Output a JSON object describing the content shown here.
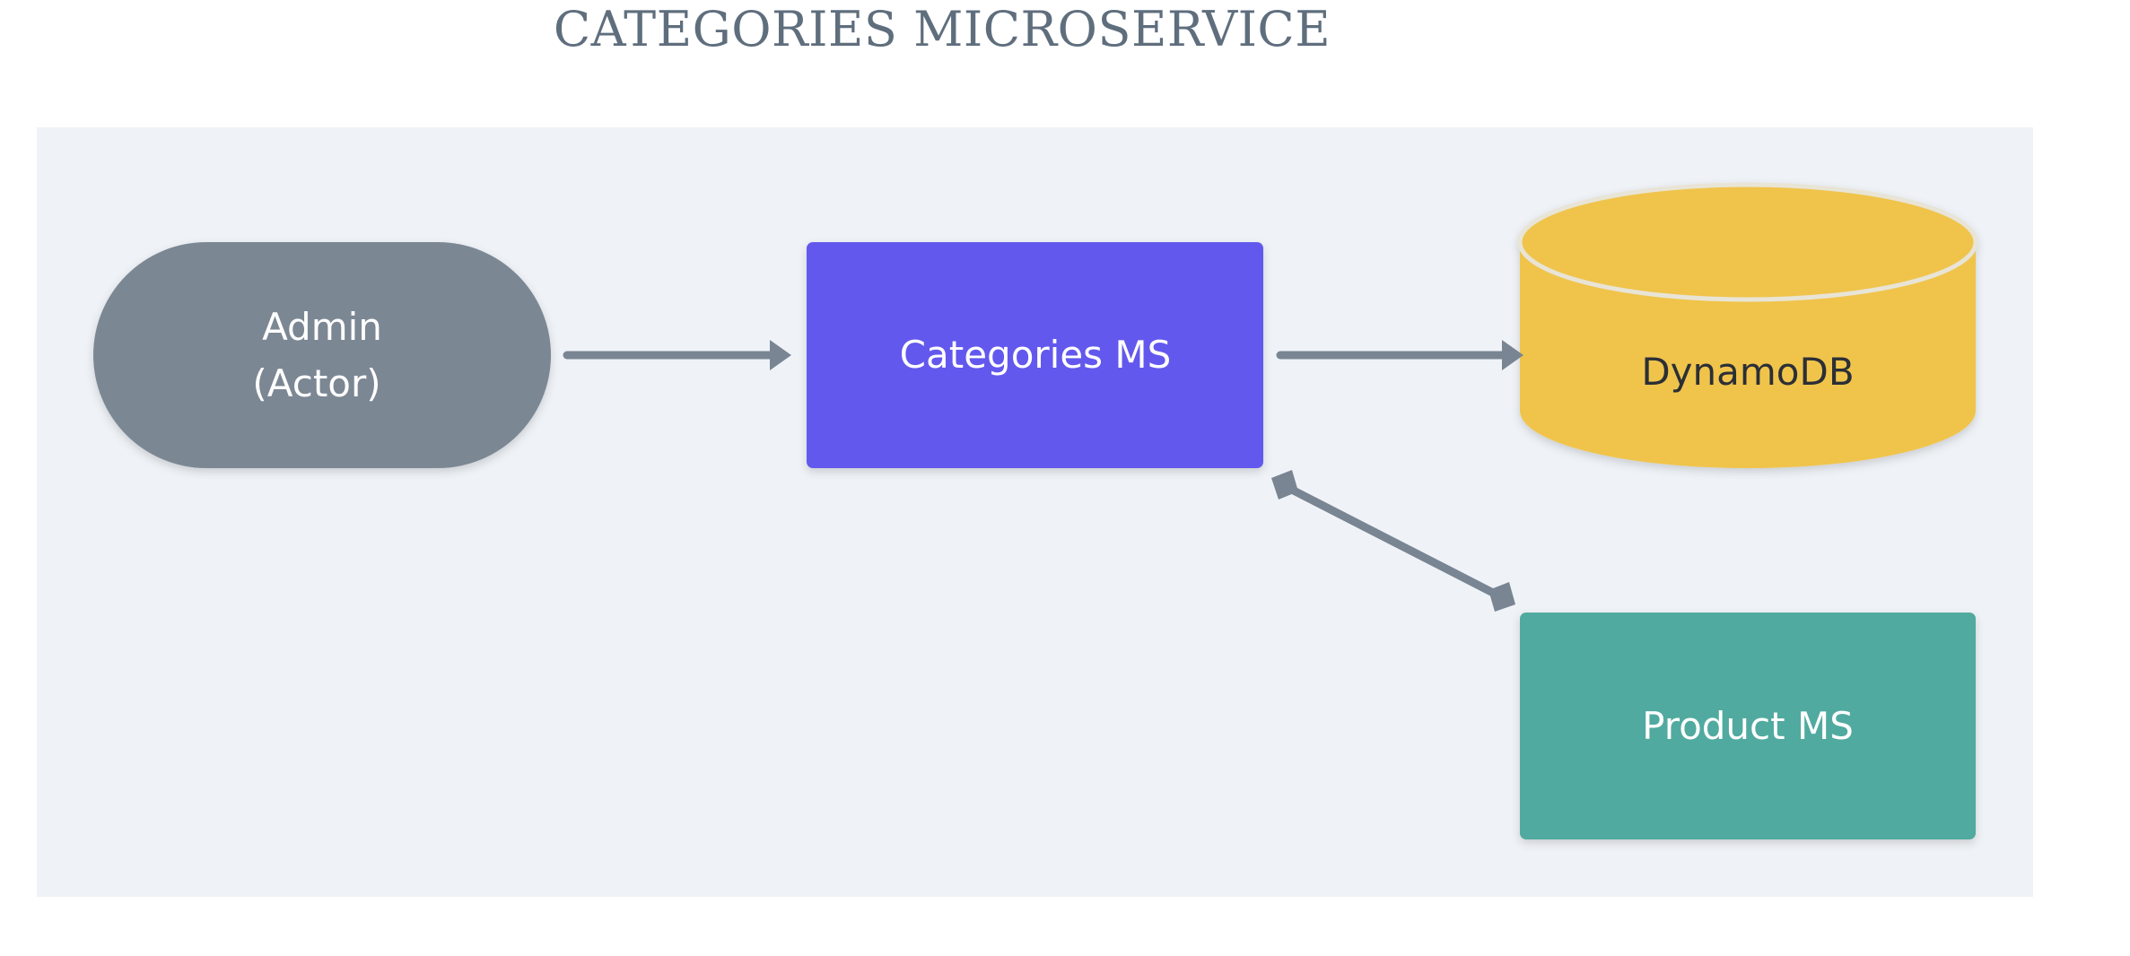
{
  "title": "CATEGORIES MICROSERVICE",
  "colors": {
    "title": "#5f6e7d",
    "panel": "#eff3f7",
    "connector": "#798593",
    "actor": "#7b8794",
    "categories": "#6359ed",
    "database": "#f0c44c",
    "database_rim": "#e8e4d6",
    "product": "#51aa9f",
    "light_text": "#ffffff",
    "dark_text": "#2b2f36"
  },
  "nodes": {
    "admin": {
      "line1": "Admin",
      "line2": "(Actor)"
    },
    "categories": {
      "label": "Categories MS"
    },
    "dynamodb": {
      "label": "DynamoDB"
    },
    "product": {
      "label": "Product MS"
    }
  }
}
